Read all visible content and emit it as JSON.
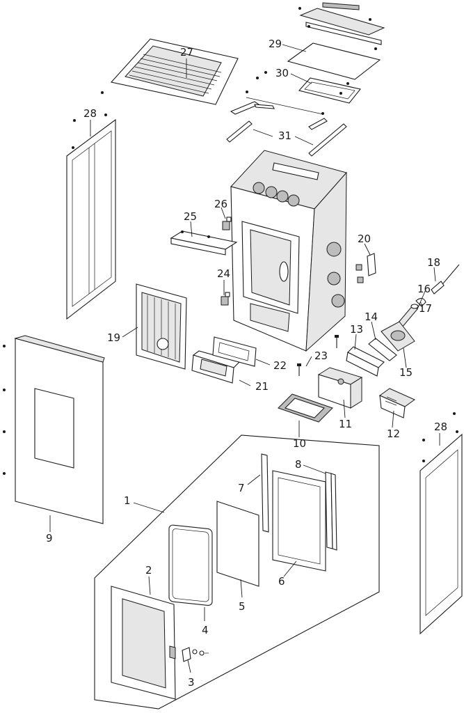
{
  "diagram": {
    "type": "exploded-parts-diagram",
    "callouts": [
      {
        "id": "1",
        "text": "1"
      },
      {
        "id": "2",
        "text": "2"
      },
      {
        "id": "3",
        "text": "3"
      },
      {
        "id": "4",
        "text": "4"
      },
      {
        "id": "5",
        "text": "5"
      },
      {
        "id": "6",
        "text": "6"
      },
      {
        "id": "7",
        "text": "7"
      },
      {
        "id": "8",
        "text": "8"
      },
      {
        "id": "9",
        "text": "9"
      },
      {
        "id": "10",
        "text": "10"
      },
      {
        "id": "11",
        "text": "11"
      },
      {
        "id": "12",
        "text": "12"
      },
      {
        "id": "13",
        "text": "13"
      },
      {
        "id": "14",
        "text": "14"
      },
      {
        "id": "15",
        "text": "15"
      },
      {
        "id": "16",
        "text": "16"
      },
      {
        "id": "17",
        "text": "17"
      },
      {
        "id": "18",
        "text": "18"
      },
      {
        "id": "19",
        "text": "19"
      },
      {
        "id": "20",
        "text": "20"
      },
      {
        "id": "21",
        "text": "21"
      },
      {
        "id": "22",
        "text": "22"
      },
      {
        "id": "23",
        "text": "23"
      },
      {
        "id": "24",
        "text": "24"
      },
      {
        "id": "25",
        "text": "25"
      },
      {
        "id": "26",
        "text": "26"
      },
      {
        "id": "27",
        "text": "27"
      },
      {
        "id": "28a",
        "text": "28"
      },
      {
        "id": "28b",
        "text": "28"
      },
      {
        "id": "29",
        "text": "29"
      },
      {
        "id": "30",
        "text": "30"
      },
      {
        "id": "31",
        "text": "31"
      }
    ]
  }
}
